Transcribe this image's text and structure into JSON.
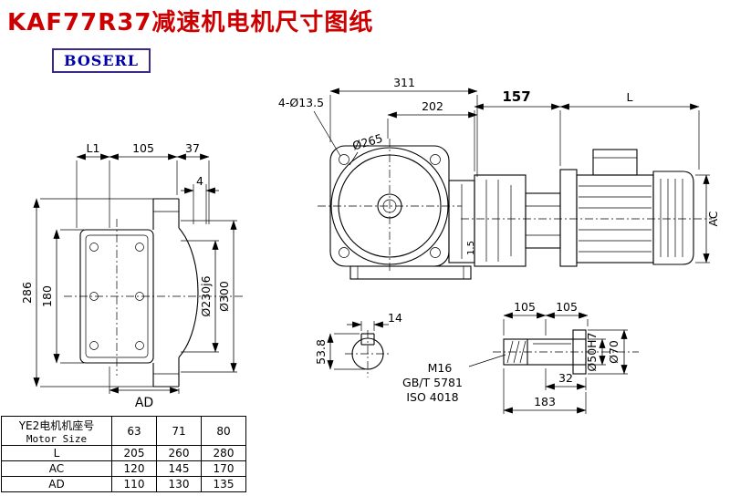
{
  "page": {
    "title": "KAF77R37减速机电机尺寸图纸",
    "logo_text": "BOSERL"
  },
  "side_view": {
    "dim_L1": "L1",
    "dim_105": "105",
    "dim_37": "37",
    "dim_4": "4",
    "dim_286": "286",
    "dim_180": "180",
    "dim_AD": "AD",
    "dim_230": "Ø230j6",
    "dim_300": "Ø300"
  },
  "front_view": {
    "dim_311": "311",
    "dim_202": "202",
    "dim_holes": "4-Ø13.5",
    "dim_265": "Ø265",
    "dim_157": "157",
    "dim_L": "L",
    "dim_AC": "AC",
    "dim_1_5": "1.5"
  },
  "key_view": {
    "dim_14": "14",
    "dim_53_8": "53.8"
  },
  "shaft_view": {
    "dim_105_a": "105",
    "dim_105_b": "105",
    "label_m16": "M16",
    "label_gbt": "GB/T 5781",
    "label_iso": "ISO 4018",
    "dim_32": "32",
    "dim_183": "183",
    "dim_50": "Ø50H7",
    "dim_70": "Ø70"
  },
  "table": {
    "header_cn": "YE2电机机座号",
    "header_en": "Motor Size",
    "sizes": [
      "63",
      "71",
      "80"
    ],
    "rows": [
      {
        "label": "L",
        "values": [
          "205",
          "260",
          "280"
        ]
      },
      {
        "label": "AC",
        "values": [
          "120",
          "145",
          "170"
        ]
      },
      {
        "label": "AD",
        "values": [
          "110",
          "130",
          "135"
        ]
      }
    ]
  },
  "colors": {
    "title": "#cc0000",
    "logo_text": "#0000a8",
    "logo_border": "#3a2a8c",
    "line": "#000000"
  }
}
